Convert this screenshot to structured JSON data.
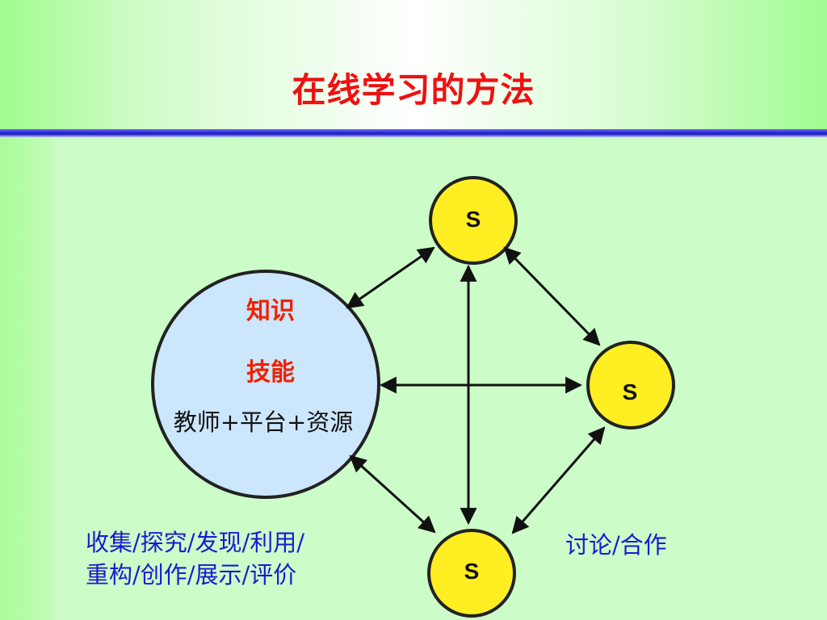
{
  "slide": {
    "title": "在线学习的方法"
  },
  "hub": {
    "line1": "知识",
    "line2": "技能",
    "line3": "教师+平台+资源"
  },
  "students": {
    "top": "S",
    "right": "S",
    "bottom": "S"
  },
  "captions": {
    "activities_line1": "收集/探究/发现/利用/",
    "activities_line2": "重构/创作/展示/评价",
    "discussion": "讨论/合作"
  },
  "colors": {
    "title": "#ee1111",
    "hub_fill": "#cce6fc",
    "student_fill": "#ffee22",
    "caption": "#1a1ad0",
    "accent_label": "#ee2200"
  }
}
